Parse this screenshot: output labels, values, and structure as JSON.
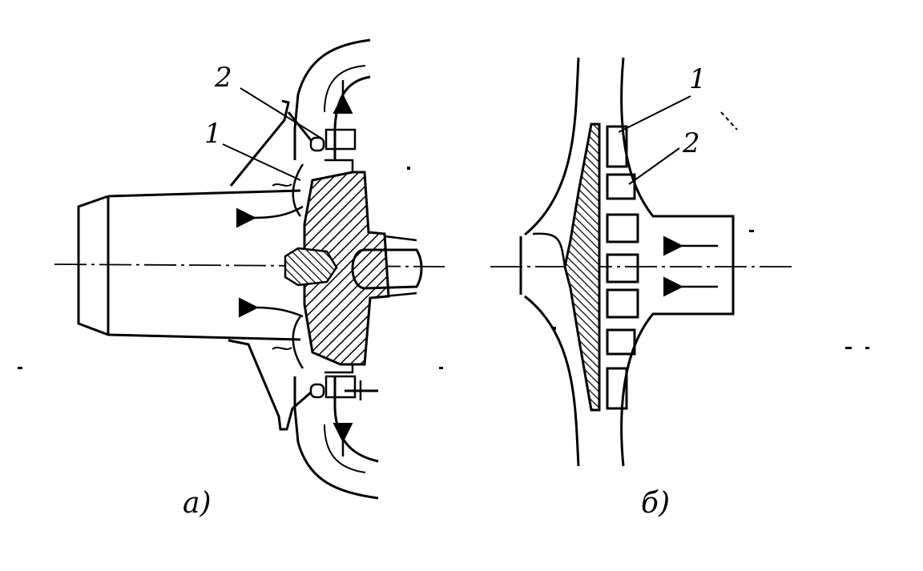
{
  "figure_a": {
    "label_1": "1",
    "label_2": "2",
    "caption": "а)"
  },
  "figure_b": {
    "label_1": "1",
    "label_2": "2",
    "caption": "б)"
  },
  "colors": {
    "ink": "#000000",
    "paper": "#ffffff"
  }
}
